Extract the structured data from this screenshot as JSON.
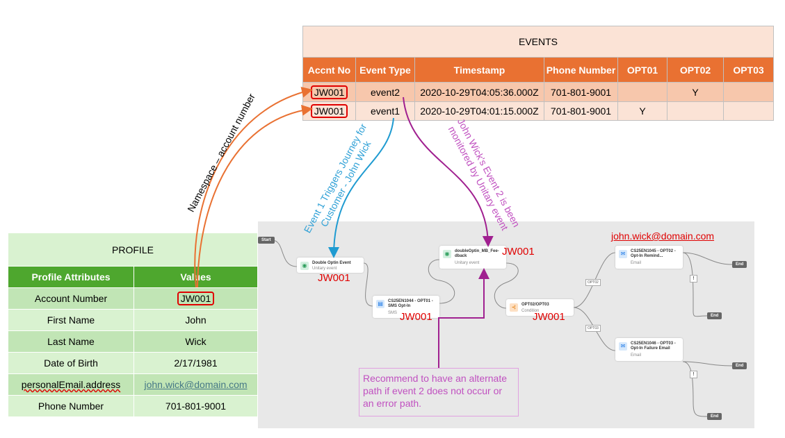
{
  "events": {
    "title": "EVENTS",
    "headers": [
      "Accnt No",
      "Event Type",
      "Timestamp",
      "Phone Number",
      "OPT01",
      "OPT02",
      "OPT03"
    ],
    "rows": [
      [
        "JW001",
        "event2",
        "2020-10-29T04:05:36.000Z",
        "701-801-9001",
        "",
        "Y",
        ""
      ],
      [
        "JW001",
        "event1",
        "2020-10-29T04:01:15.000Z",
        "701-801-9001",
        "Y",
        "",
        ""
      ]
    ]
  },
  "profile": {
    "title": "PROFILE",
    "headers": [
      "Profile Attributes",
      "Values"
    ],
    "rows": [
      [
        "Account Number",
        "JW001"
      ],
      [
        "First Name",
        "John"
      ],
      [
        "Last Name",
        "Wick"
      ],
      [
        "Date of Birth",
        "2/17/1981"
      ],
      [
        "personalEmail.address",
        "john.wick@domain.com"
      ],
      [
        "Phone Number",
        "701-801-9001"
      ]
    ]
  },
  "annotations": {
    "namespace": "Namespace – account number",
    "event1_line1": "Event 1 Triggers Journey for",
    "event1_line2": "Customer - John Wick",
    "event2_line1": "John Wick's Event 2 is been",
    "event2_line2": "monitored by Unitary event",
    "recommend": "Recommend to have an alternate path if event 2 does not occur or an error path.",
    "jw": "JW001",
    "email": "john.wick@domain.com"
  },
  "journey": {
    "start": "Start",
    "end": "End",
    "nodes": [
      {
        "title": "Double Optin Event",
        "sub": "Unitary event",
        "icon": "globe-icon"
      },
      {
        "title": "CS25EN1044 - OPT01 - SMS Opt-In",
        "sub": "SMS",
        "icon": "sms-icon"
      },
      {
        "title": "doubleOptin_MB_Fee-dback",
        "sub": "Unitary event",
        "icon": "globe-icon"
      },
      {
        "title": "OPT02/OPT03",
        "sub": "Condition",
        "icon": "condition-icon"
      },
      {
        "title": "CS25EN1045 - OPT02 - Opt-In Remind...",
        "sub": "Email",
        "icon": "email-icon"
      },
      {
        "title": "CS25EN1046 - OPT03 - Opt-In Failure Email",
        "sub": "Email",
        "icon": "email-icon"
      }
    ],
    "branches": [
      "OPT02",
      "OPT03"
    ]
  },
  "colors": {
    "orange": "#e97132",
    "green": "#4ea72e",
    "blue": "#1f9bd1",
    "purple": "#a02090",
    "pink": "#c050c0",
    "red": "#e00000"
  }
}
